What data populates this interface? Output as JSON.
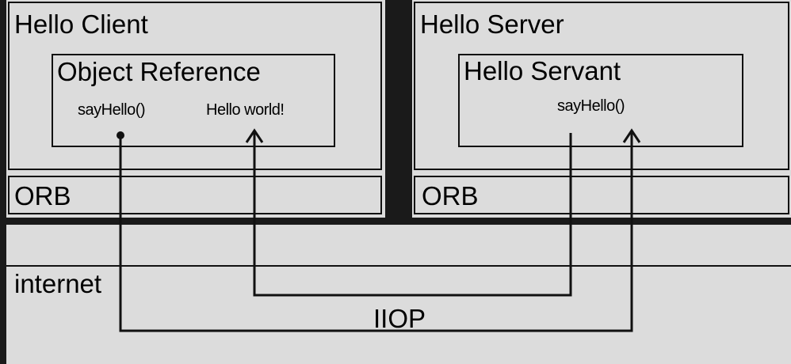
{
  "client": {
    "title": "Hello Client",
    "object_reference": {
      "title": "Object Reference",
      "method": "sayHello()",
      "result": "Hello world!"
    },
    "orb": "ORB"
  },
  "server": {
    "title": "Hello Server",
    "servant": {
      "title": "Hello Servant",
      "method": "sayHello()"
    },
    "orb": "ORB"
  },
  "network": {
    "label": "internet",
    "protocol": "IIOP"
  }
}
